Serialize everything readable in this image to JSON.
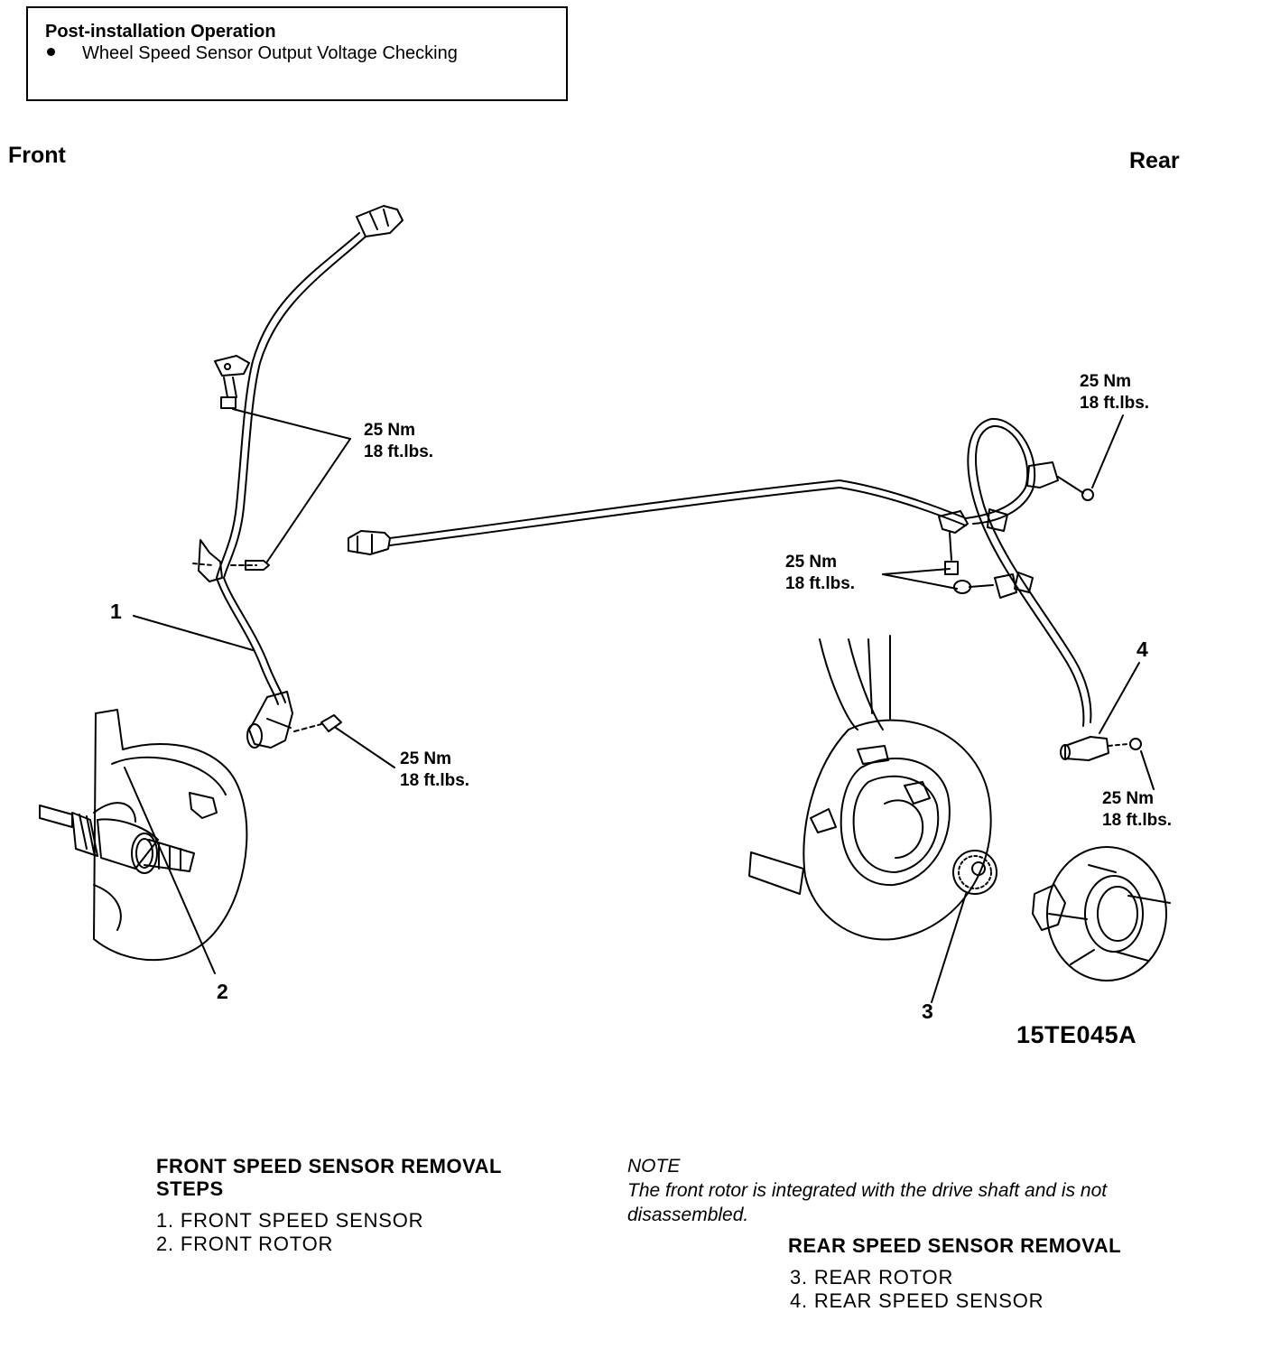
{
  "info_box": {
    "title": "Post-installation Operation",
    "bullet": "Wheel Speed Sensor Output Voltage Checking"
  },
  "labels": {
    "front": "Front",
    "rear": "Rear",
    "figure_code": "15TE045A"
  },
  "torque_specs": [
    {
      "nm": "25 Nm",
      "ftlbs": "18 ft.lbs."
    },
    {
      "nm": "25 Nm",
      "ftlbs": "18 ft.lbs."
    },
    {
      "nm": "25 Nm",
      "ftlbs": "18 ft.lbs."
    },
    {
      "nm": "25 Nm",
      "ftlbs": "18 ft.lbs."
    },
    {
      "nm": "25 Nm",
      "ftlbs": "18 ft.lbs."
    }
  ],
  "callouts": [
    "1",
    "2",
    "3",
    "4"
  ],
  "front_section": {
    "heading_line1": "FRONT SPEED SENSOR REMOVAL",
    "heading_line2": "STEPS",
    "steps": [
      "1. FRONT SPEED SENSOR",
      "2. FRONT ROTOR"
    ]
  },
  "note": {
    "label": "NOTE",
    "text_line1": "The front rotor is integrated with the drive shaft and is not",
    "text_line2": "disassembled."
  },
  "rear_section": {
    "heading": "REAR SPEED SENSOR REMOVAL",
    "steps": [
      "3. REAR ROTOR",
      "4. REAR SPEED SENSOR"
    ]
  }
}
